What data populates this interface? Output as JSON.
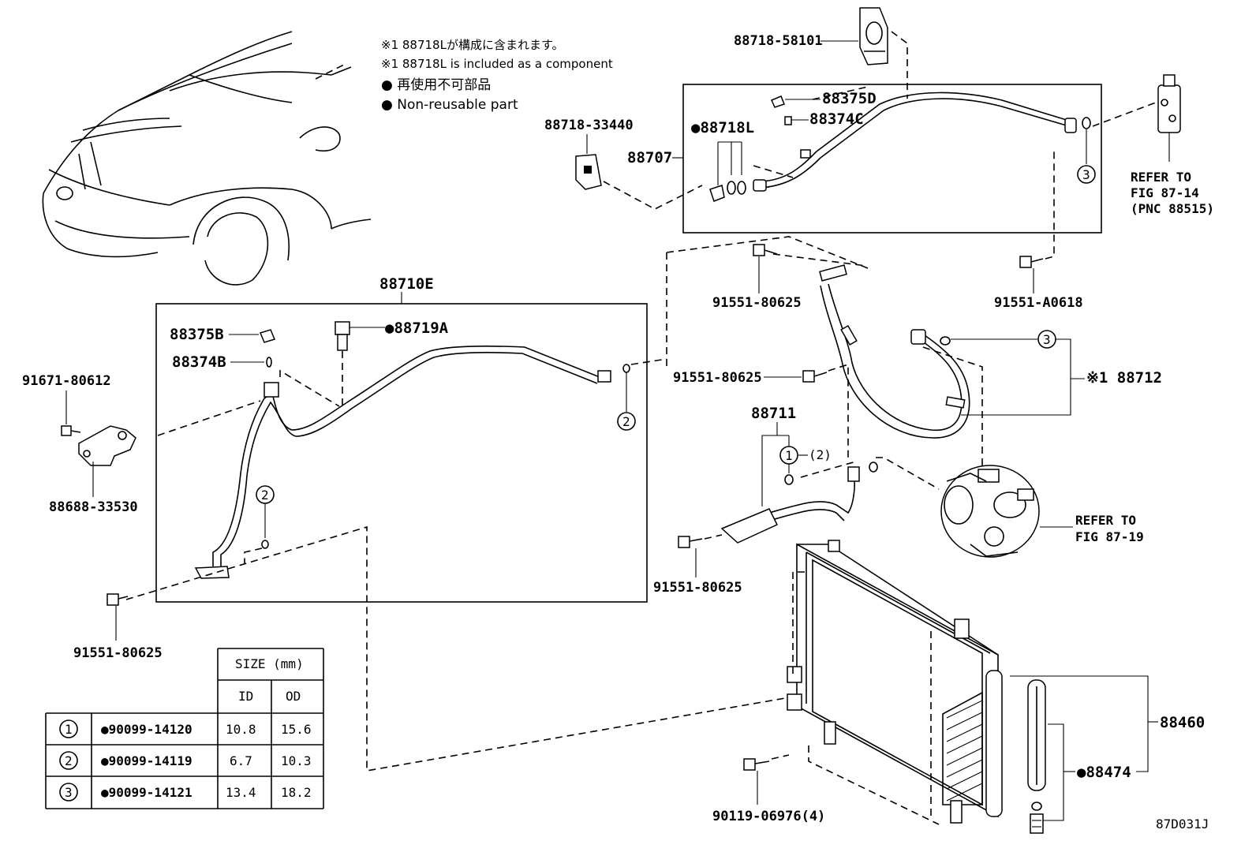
{
  "notes": {
    "component_jp": "※1 88718Lが構成に含まれます。",
    "component_en": "※1 88718L is included as a component",
    "nonreusable_jp": "● 再使用不可部品",
    "nonreusable_en": "● Non-reusable part"
  },
  "parts": {
    "p_88718_58101": "88718-58101",
    "p_88718_33440": "88718-33440",
    "p_88707": "88707",
    "p_88718L": "●88718L",
    "p_88375D": "88375D",
    "p_88374C": "88374C",
    "p_88710E": "88710E",
    "p_88375B": "88375B",
    "p_88374B": "88374B",
    "p_88719A": "●88719A",
    "p_91671_80612": "91671-80612",
    "p_88688_33530": "88688-33530",
    "p_91551_80625_a": "91551-80625",
    "p_91551_80625_b": "91551-80625",
    "p_91551_80625_c": "91551-80625",
    "p_91551_80625_d": "91551-80625",
    "p_91551_A0618": "91551-A0618",
    "p_88712": "※1 88712",
    "p_88711": "88711",
    "p_88711_sub": "(2)",
    "p_88460": "88460",
    "p_88474": "●88474",
    "p_90119_06976": "90119-06976(4)",
    "ref_87_14_a": "REFER TO",
    "ref_87_14_b": "FIG 87-14",
    "ref_87_14_c": "(PNC 88515)",
    "ref_87_19_a": "REFER TO",
    "ref_87_19_b": "FIG 87-19",
    "figure_code": "87D031J"
  },
  "callouts": {
    "c1": "1",
    "c2": "2",
    "c3": "3"
  },
  "size_table": {
    "header": "SIZE (mm)",
    "col_id": "ID",
    "col_od": "OD",
    "rows": [
      {
        "mark": "1",
        "part": "●90099-14120",
        "id": "10.8",
        "od": "15.6"
      },
      {
        "mark": "2",
        "part": "●90099-14119",
        "id": "6.7",
        "od": "10.3"
      },
      {
        "mark": "3",
        "part": "●90099-14121",
        "id": "13.4",
        "od": "18.2"
      }
    ]
  }
}
